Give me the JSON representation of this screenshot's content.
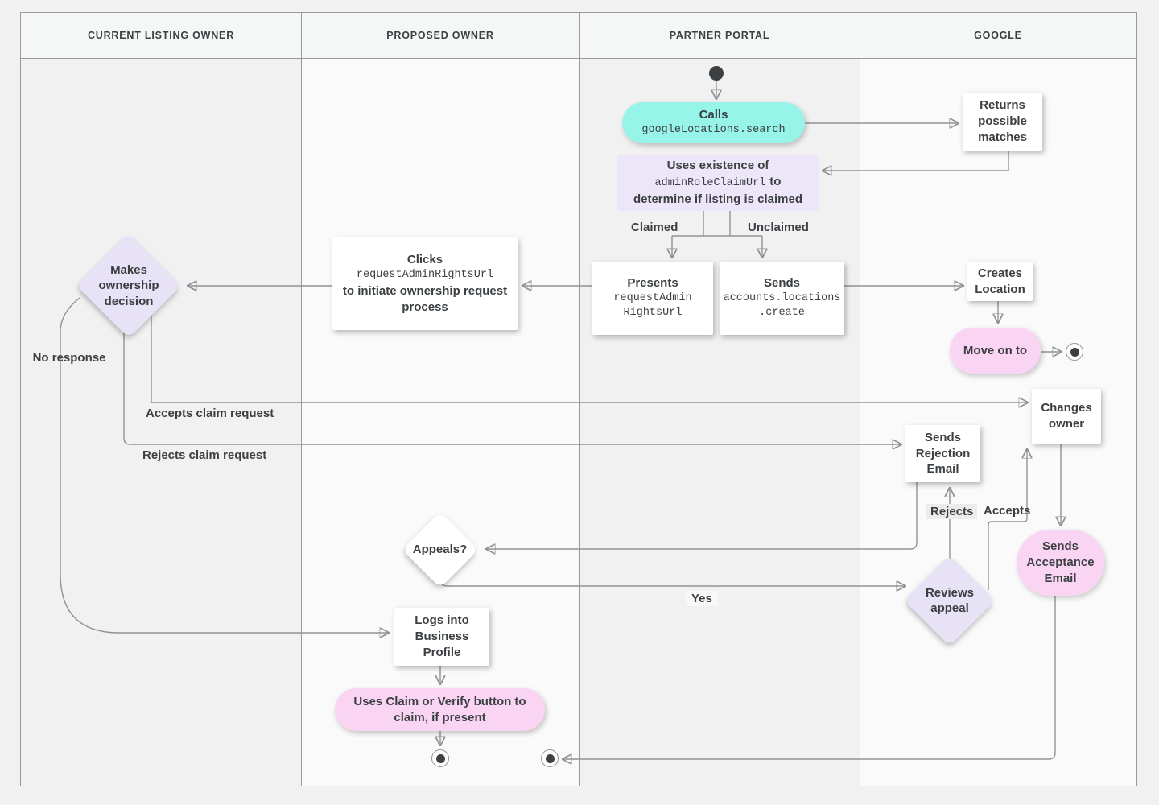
{
  "lanes": [
    {
      "label": "CURRENT LISTING OWNER"
    },
    {
      "label": "PROPOSED OWNER"
    },
    {
      "label": "PARTNER PORTAL"
    },
    {
      "label": "GOOGLE"
    }
  ],
  "nodes": {
    "calls": {
      "title": "Calls",
      "code": "googleLocations.search"
    },
    "returns": {
      "text": "Returns possible matches"
    },
    "uses": {
      "line1": "Uses existence of",
      "code": "adminRoleClaimUrl",
      "line2_suffix": "to",
      "line3": "determine if listing is claimed"
    },
    "presents": {
      "title": "Presents",
      "code1": "requestAdmin",
      "code2": "RightsUrl"
    },
    "sends_create": {
      "title": "Sends",
      "code1": "accounts.locations",
      "code2": ".create"
    },
    "creates": {
      "text": "Creates Location"
    },
    "move_on": {
      "text": "Move on to"
    },
    "clicks": {
      "title": "Clicks",
      "code": "requestAdminRightsUrl",
      "rest": "to initiate ownership request process"
    },
    "decision": {
      "text": "Makes ownership decision"
    },
    "changes": {
      "text": "Changes owner"
    },
    "rejection": {
      "text": "Sends Rejection Email"
    },
    "appeals": {
      "text": "Appeals?"
    },
    "reviews": {
      "text": "Reviews appeal"
    },
    "acceptance": {
      "text": "Sends Acceptance Email"
    },
    "logs": {
      "text": "Logs into Business Profile"
    },
    "claim_verify": {
      "text": "Uses Claim or Verify button to claim, if present"
    }
  },
  "edge_labels": {
    "claimed": "Claimed",
    "unclaimed": "Unclaimed",
    "no_response": "No response",
    "accepts_claim": "Accepts claim request",
    "rejects_claim": "Rejects claim request",
    "yes": "Yes",
    "rejects": "Rejects",
    "accepts": "Accepts"
  },
  "colors": {
    "teal": "#97f4e9",
    "lavender": "#ece6f8",
    "diamond": "#e8e2f6",
    "pink": "#fad5f3",
    "line": "#909396",
    "arrow": "#73797e",
    "text": "#3c4043",
    "lane_dark": "#f1f1f2",
    "lane_light": "#fafafa",
    "header_bg": "#f5f6f6",
    "border": "#9a9a9a",
    "node_bg": "#ffffff",
    "dark_dot": "#3c4043"
  }
}
